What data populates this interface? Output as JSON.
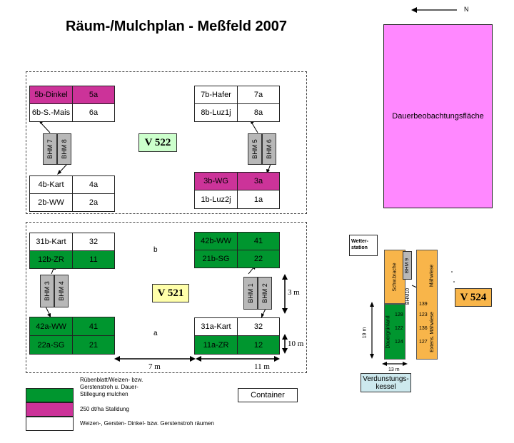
{
  "title": "Räum-/Mulchplan - Meßfeld 2007",
  "north": "N",
  "colors": {
    "green": "#00962f",
    "magenta": "#cc3399",
    "pink": "#ff88ff",
    "orange": "#f8b54a",
    "light_blue": "#cde9ee",
    "v522": "#ccffcc",
    "v521": "#ffffaa"
  },
  "v522": {
    "label": "V 522",
    "plots": [
      {
        "left": "5b-Dinkel",
        "right": "5a"
      },
      {
        "left": "6b-S.-Mais",
        "right": "6a"
      },
      {
        "left": "4b-Kart",
        "right": "4a"
      },
      {
        "left": "2b-WW",
        "right": "2a"
      },
      {
        "left": "7b-Hafer",
        "right": "7a"
      },
      {
        "left": "8b-Luz1j",
        "right": "8a"
      },
      {
        "left": "3b-WG",
        "right": "3a"
      },
      {
        "left": "1b-Luz2j",
        "right": "1a"
      }
    ],
    "bhm": [
      "BHM 7",
      "BHM 8",
      "BHM 5",
      "BHM 6"
    ]
  },
  "v521": {
    "label": "V 521",
    "block_b": "b",
    "block_a": "a",
    "plots": [
      {
        "left": "31b-Kart",
        "right": "32"
      },
      {
        "left": "12b-ZR",
        "right": "11"
      },
      {
        "left": "42b-WW",
        "right": "41"
      },
      {
        "left": "21b-SG",
        "right": "22"
      },
      {
        "left": "42a-WW",
        "right": "41"
      },
      {
        "left": "22a-SG",
        "right": "21"
      },
      {
        "left": "31a-Kart",
        "right": "32"
      },
      {
        "left": "11a-ZR",
        "right": "12"
      }
    ],
    "bhm": [
      "BHM 3",
      "BHM 4",
      "BHM 1",
      "BHM 2"
    ],
    "dims": {
      "width_7": "7 m",
      "width_11": "11 m",
      "height_3": "3 m",
      "height_10": "10 m"
    }
  },
  "dauer": "Dauerbeobachtungsfläche",
  "v524": {
    "label": "V 524",
    "wetter": "Wetter-\nstation",
    "wetter_line1": "Wetter-",
    "wetter_line2": "station",
    "bhm9": "BHM 9",
    "bhm10": "BHM10",
    "schwarzbrache": "Schw.brache",
    "maehwiese": "Mähwiese",
    "extmaehwiese": "Extens. Mähwiese",
    "dauergruenland": "Dauergrünland",
    "nums_left": [
      "128",
      "122",
      "124"
    ],
    "nums_right": [
      "139",
      "123",
      "136",
      "127"
    ],
    "dim_19": "19 m",
    "dim_13": "13 m",
    "verdunstung_line1": "Verdunstungs-",
    "verdunstung_line2": "kessel"
  },
  "legend": {
    "green_text": [
      "Rübenblatt/Weizen- bzw.",
      "Gerstenstroh u. Dauer-",
      "Stillegung mulchen"
    ],
    "magenta_text": "250 dt/ha Stalldung",
    "white_text": "Weizen-, Gersten- Dinkel- bzw. Gerstenstroh räumen",
    "container": "Container"
  }
}
